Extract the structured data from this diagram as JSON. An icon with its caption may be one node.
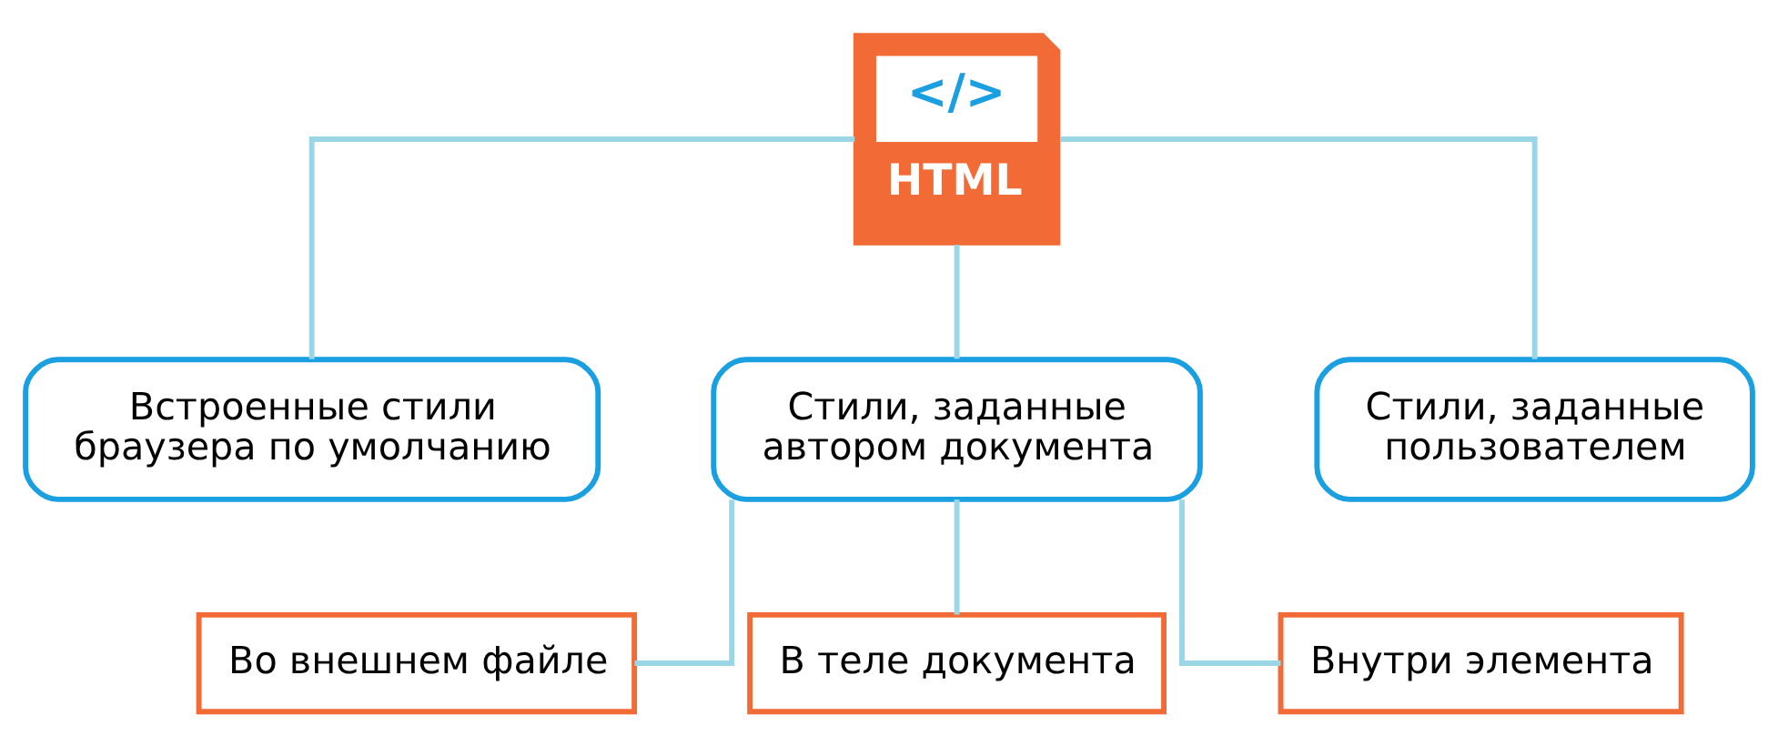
{
  "diagram": {
    "nodes": [
      {
        "text": [
          "</>",
          "HTML"
        ]
      },
      {
        "text": [
          "Встроенные стили браузера по умолчанию"
        ]
      },
      {
        "text": [
          "Стили, заданные автором документа"
        ]
      },
      {
        "text": [
          "Стили, заданные пользователем"
        ]
      },
      {
        "text": [
          "Во внешнем файле"
        ]
      },
      {
        "text": [
          "В теле документа"
        ]
      },
      {
        "text": [
          "Внутри элемента"
        ]
      }
    ],
    "edges": [
      {
        "from": 0,
        "to": 1,
        "arrow": "none"
      },
      {
        "from": 0,
        "to": 2,
        "arrow": "none"
      },
      {
        "from": 0,
        "to": 3,
        "arrow": "none"
      },
      {
        "from": 2,
        "to": 4,
        "arrow": "none"
      },
      {
        "from": 2,
        "to": 5,
        "arrow": "none"
      },
      {
        "from": 2,
        "to": 6,
        "arrow": "none"
      }
    ]
  }
}
